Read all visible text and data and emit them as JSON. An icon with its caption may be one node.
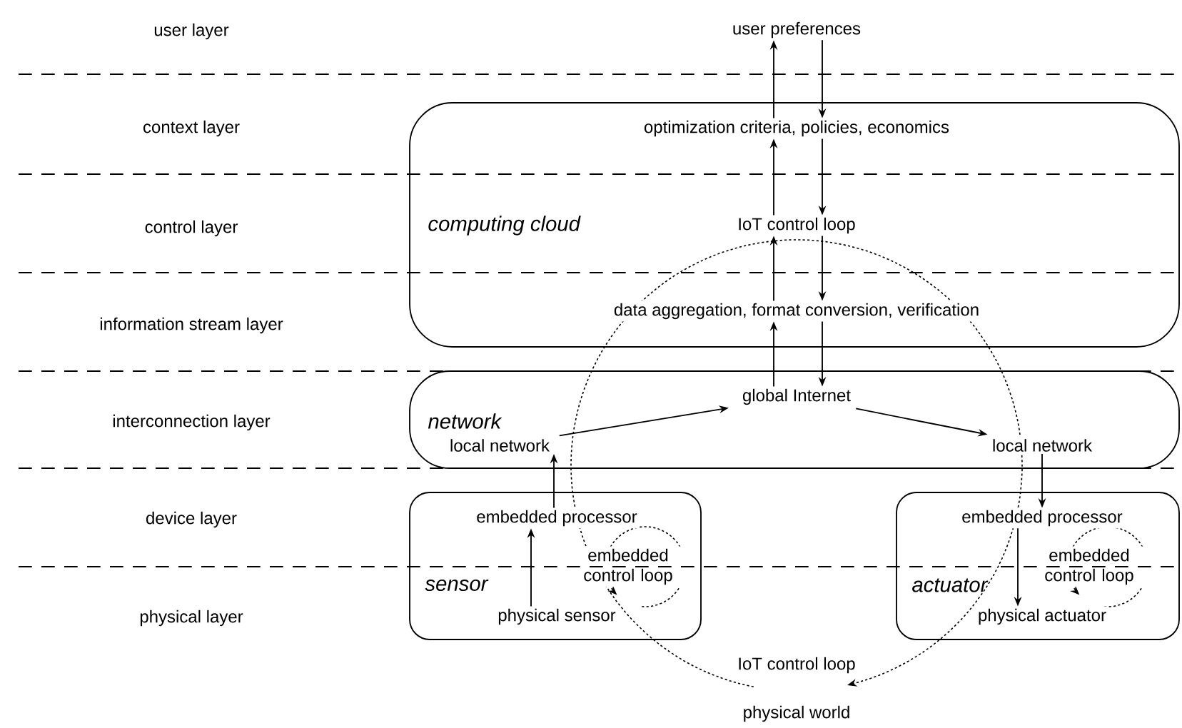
{
  "diagram": {
    "nodes": [
      {
        "text": [
          "computing cloud"
        ]
      },
      {
        "text": [
          "user preferences"
        ]
      },
      {
        "text": [
          "optimization criteria, policies, economics"
        ],
        "in": 0
      },
      {
        "text": [
          "IoT control loop"
        ],
        "in": 0
      },
      {
        "text": [
          "data aggregation, format conversion, verification"
        ],
        "in": 0
      },
      {
        "text": [
          "network"
        ]
      },
      {
        "text": [
          "global Internet"
        ],
        "in": 5
      },
      {
        "text": [
          "local network"
        ],
        "in": 5
      },
      {
        "text": [
          "local network"
        ],
        "in": 5
      },
      {
        "text": [
          "sensor"
        ]
      },
      {
        "text": [
          "embedded processor"
        ],
        "in": 9
      },
      {
        "text": [
          "embedded control loop"
        ],
        "in": 9
      },
      {
        "text": [
          "physical sensor"
        ],
        "in": 9
      },
      {
        "text": [
          "actuator"
        ]
      },
      {
        "text": [
          "embedded processor"
        ],
        "in": 13
      },
      {
        "text": [
          "embedded control loop"
        ],
        "in": 13
      },
      {
        "text": [
          "physical actuator"
        ],
        "in": 13
      },
      {
        "text": [
          "physical world"
        ]
      }
    ],
    "edges": [
      {
        "from": 2,
        "to": 1,
        "arrow": "to"
      },
      {
        "from": 1,
        "to": 2,
        "arrow": "to"
      },
      {
        "from": 3,
        "to": 2,
        "arrow": "to"
      },
      {
        "from": 2,
        "to": 3,
        "arrow": "to"
      },
      {
        "from": 4,
        "to": 3,
        "arrow": "to"
      },
      {
        "from": 3,
        "to": 4,
        "arrow": "to"
      },
      {
        "from": 6,
        "to": 4,
        "arrow": "to"
      },
      {
        "from": 4,
        "to": 6,
        "arrow": "to"
      },
      {
        "from": 7,
        "to": 6,
        "arrow": "to"
      },
      {
        "from": 6,
        "to": 8,
        "arrow": "to"
      },
      {
        "from": 10,
        "to": 7,
        "arrow": "to"
      },
      {
        "from": 12,
        "to": 10,
        "arrow": "to"
      },
      {
        "from": 8,
        "to": 14,
        "arrow": "to"
      },
      {
        "from": 14,
        "to": 16,
        "arrow": "to"
      },
      {
        "from": 17,
        "to": 17,
        "arrow": "to",
        "style": "dashed",
        "label": "IoT control loop"
      },
      {
        "from": 11,
        "to": 11,
        "arrow": "to",
        "style": "dashed"
      },
      {
        "from": 15,
        "to": 15,
        "arrow": "to",
        "style": "dashed"
      }
    ],
    "labels": [
      "user layer",
      "context layer",
      "control layer",
      "information stream layer",
      "interconnection layer",
      "device  layer",
      "physical layer"
    ]
  }
}
